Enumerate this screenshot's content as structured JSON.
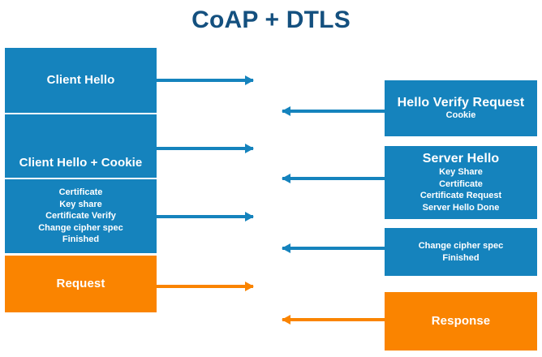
{
  "diagram": {
    "title": "CoAP + DTLS",
    "title_color": "#14507f",
    "colors": {
      "blue": "#1583bd",
      "orange": "#fa8400",
      "background": "#ffffff",
      "text_on_box": "#ffffff"
    },
    "client_boxes": [
      {
        "id": "client-hello",
        "headline": "Client Hello",
        "color": "blue"
      },
      {
        "id": "client-hello-cookie",
        "headline": "Client Hello + Cookie",
        "color": "blue"
      },
      {
        "id": "client-certificate-flight",
        "lines": [
          "Certificate",
          "Key share",
          "Certificate Verify",
          "Change cipher spec",
          "Finished"
        ],
        "color": "blue"
      },
      {
        "id": "client-request",
        "headline": "Request",
        "color": "orange"
      }
    ],
    "server_boxes": [
      {
        "id": "hello-verify-request",
        "headline": "Hello Verify Request",
        "sub": "Cookie",
        "color": "blue"
      },
      {
        "id": "server-hello",
        "headline": "Server Hello",
        "lines": [
          "Key Share",
          "Certificate",
          "Certificate Request",
          "Server Hello Done"
        ],
        "color": "blue"
      },
      {
        "id": "server-change-cipher",
        "lines": [
          "Change cipher spec",
          "Finished"
        ],
        "color": "blue"
      },
      {
        "id": "server-response",
        "headline": "Response",
        "color": "orange"
      }
    ],
    "arrows": [
      {
        "id": "arrow-client-hello",
        "direction": "right",
        "color": "blue"
      },
      {
        "id": "arrow-hello-verify",
        "direction": "left",
        "color": "blue"
      },
      {
        "id": "arrow-client-hello-cookie",
        "direction": "right",
        "color": "blue"
      },
      {
        "id": "arrow-server-hello",
        "direction": "left",
        "color": "blue"
      },
      {
        "id": "arrow-client-flight",
        "direction": "right",
        "color": "blue"
      },
      {
        "id": "arrow-server-change-cipher",
        "direction": "left",
        "color": "blue"
      },
      {
        "id": "arrow-request",
        "direction": "right",
        "color": "orange"
      },
      {
        "id": "arrow-response",
        "direction": "left",
        "color": "orange"
      }
    ]
  }
}
